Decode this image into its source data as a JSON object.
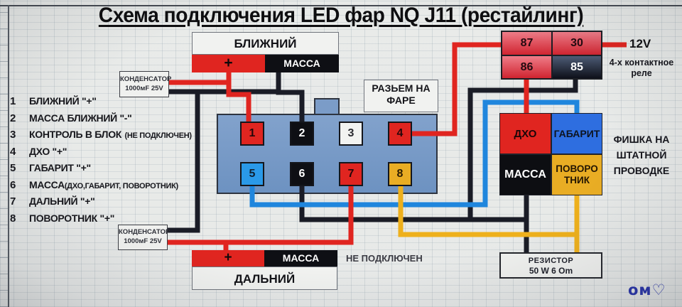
{
  "title": "Схема подключения LED фар NQ J11 (рестайлинг)",
  "legend": {
    "items": [
      {
        "num": "1",
        "label": "БЛИЖНИЙ \"+\"",
        "note": ""
      },
      {
        "num": "2",
        "label": "МАССА БЛИЖНИЙ \"-\"",
        "note": ""
      },
      {
        "num": "3",
        "label": "КОНТРОЛЬ В БЛОК",
        "note": "(НЕ ПОДКЛЮЧЕН)"
      },
      {
        "num": "4",
        "label": "ДХО \"+\"",
        "note": ""
      },
      {
        "num": "5",
        "label": "ГАБАРИТ \"+\"",
        "note": ""
      },
      {
        "num": "6",
        "label": "МАССА",
        "note": "(ДХО,ГАБАРИТ, ПОВОРОТНИК)"
      },
      {
        "num": "7",
        "label": "ДАЛЬНИЙ \"+\"",
        "note": ""
      },
      {
        "num": "8",
        "label": "ПОВОРОТНИК \"+\"",
        "note": ""
      }
    ]
  },
  "low_beam": {
    "title": "БЛИЖНИЙ",
    "plus_label": "+",
    "ground_label": "МАССА"
  },
  "high_beam": {
    "title": "ДАЛЬНИЙ",
    "plus_label": "+",
    "ground_label": "МАССА",
    "status": "НЕ ПОДКЛЮЧЕН"
  },
  "capacitor_top": {
    "line1": "КОНДЕНСАТОР",
    "line2": "1000мF 25V"
  },
  "capacitor_bottom": {
    "line1": "КОНДЕНСАТОР",
    "line2": "1000мF 25V"
  },
  "connector": {
    "label_line1": "РАЗЬЕМ НА",
    "label_line2": "ФАРЕ",
    "pins": [
      {
        "num": "1"
      },
      {
        "num": "2"
      },
      {
        "num": "3"
      },
      {
        "num": "4"
      },
      {
        "num": "5"
      },
      {
        "num": "6"
      },
      {
        "num": "7"
      },
      {
        "num": "8"
      }
    ]
  },
  "relay": {
    "pin_87": "87",
    "pin_30": "30",
    "pin_86": "86",
    "pin_85": "85",
    "supply": "12V",
    "caption_line1": "4-х контактное",
    "caption_line2": "реле"
  },
  "harness": {
    "drl": "ДХО",
    "position": "ГАБАРИТ",
    "ground": "МАССА",
    "turn_line1": "ПОВОРО",
    "turn_line2": "ТНИК",
    "caption_line1": "ФИШКА НА",
    "caption_line2": "ШТАТНОЙ",
    "caption_line3": "ПРОВОДКЕ"
  },
  "resistor": {
    "line1": "РЕЗИСТОР",
    "line2": "50 W 6 Om"
  },
  "watermark": "ом♡",
  "colors": {
    "wire_red": "#e02520",
    "wire_black": "#1a1c26",
    "wire_blue": "#1f86dd",
    "wire_yellow": "#eeb01c",
    "pin_blue": "#2a99e8",
    "harness_blue": "#2e6ee0",
    "harness_yellow": "#e9ad24"
  }
}
